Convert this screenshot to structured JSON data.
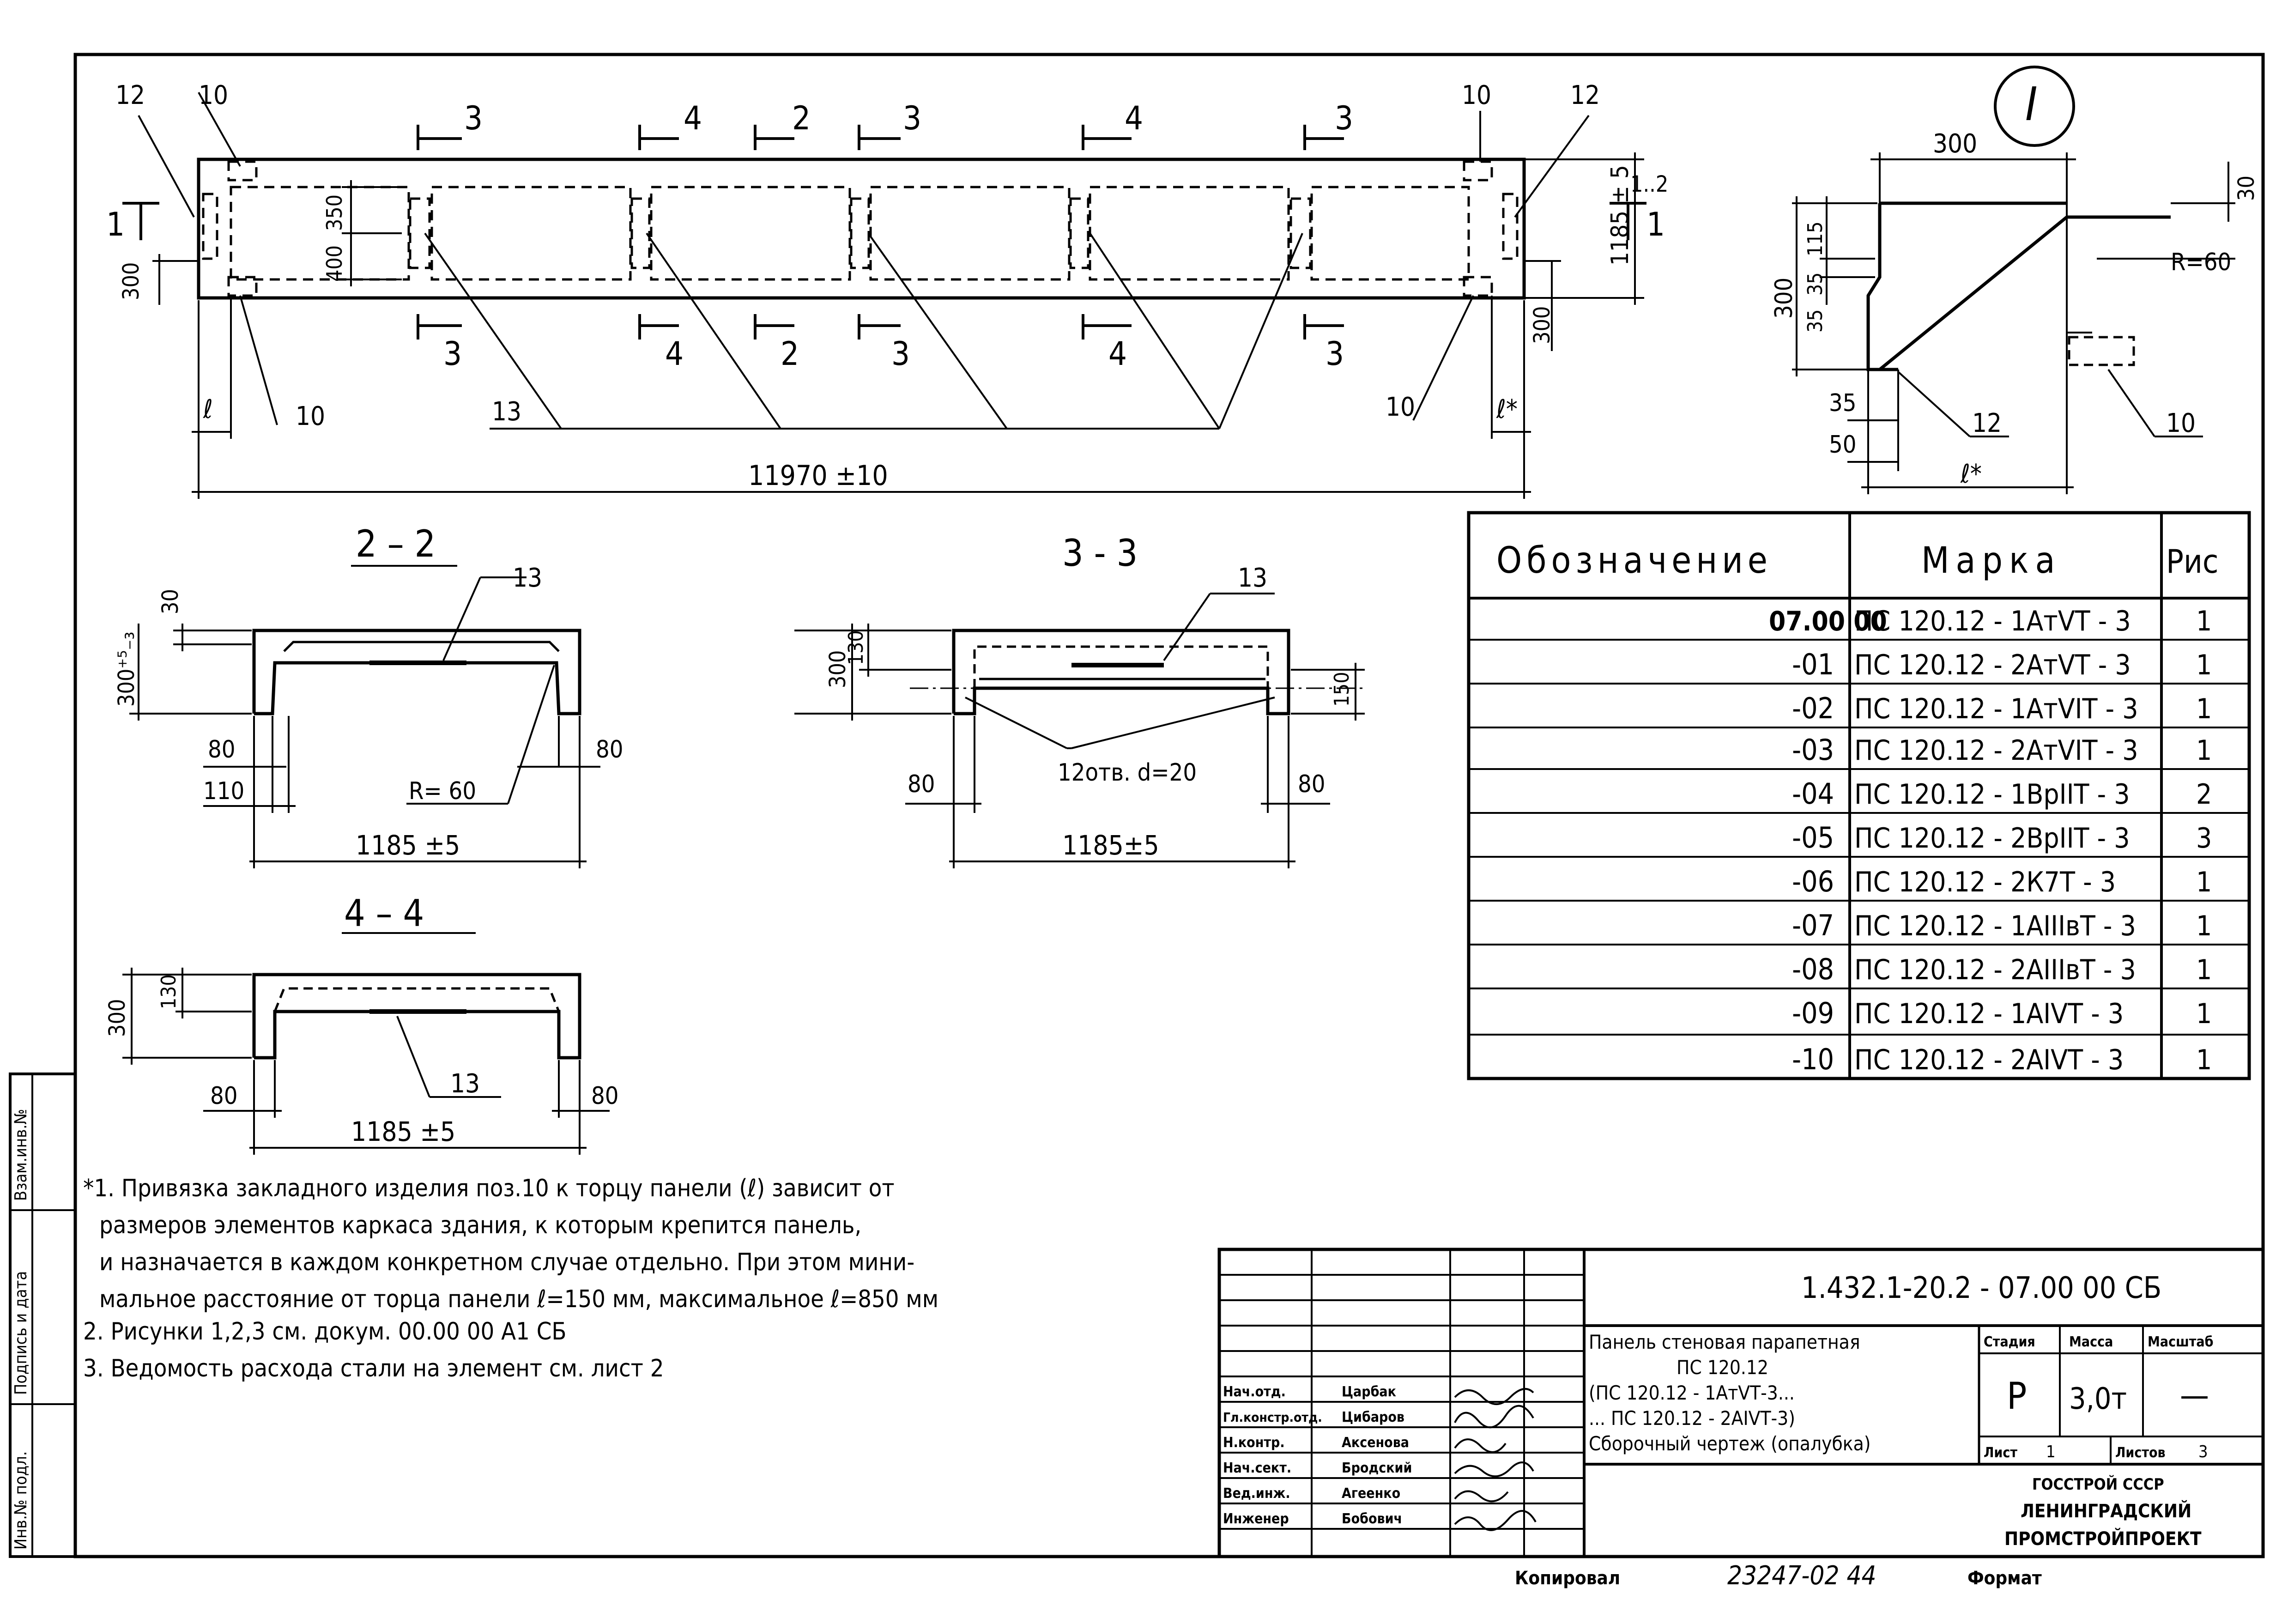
{
  "elevation": {
    "detail_mark": "I",
    "section_marks": [
      "3",
      "4",
      "2",
      "3",
      "4",
      "3"
    ],
    "side_marks": [
      "1",
      "1"
    ],
    "side_label_top": "1..2",
    "callouts": [
      "12",
      "10",
      "10",
      "12",
      "10",
      "10",
      "13"
    ],
    "dims": {
      "length": "11970 ±10",
      "height": "1185 ± 5",
      "edge_left": "300",
      "edge_right": "300",
      "openings_a": "350",
      "openings_b": "400",
      "offset_left": "ℓ",
      "offset_right": "ℓ*"
    }
  },
  "detail_I": {
    "dims": [
      "300",
      "30",
      "R=60",
      "300",
      "35",
      "35",
      "115",
      "35",
      "50",
      "ℓ*"
    ],
    "callouts": [
      "12",
      "10"
    ]
  },
  "section_2_2": {
    "title": "2 – 2",
    "callouts": [
      "13"
    ],
    "dims": [
      "30",
      "300⁺⁵₋₃",
      "80",
      "110",
      "80",
      "R= 60",
      "1185 ±5"
    ]
  },
  "section_3_3": {
    "title": "3 - 3",
    "callouts": [
      "13"
    ],
    "dims": [
      "300",
      "130",
      "150",
      "80",
      "80",
      "12отв. d=20",
      "1185±5"
    ]
  },
  "section_4_4": {
    "title": "4 – 4",
    "callouts": [
      "13"
    ],
    "dims": [
      "300",
      "130",
      "80",
      "80",
      "1185 ±5"
    ]
  },
  "spec_table": {
    "headers": [
      "Обозначение",
      "Марка",
      "Рис"
    ],
    "rows": [
      {
        "designation": "07.00 00",
        "mark": "ПС 120.12 - 1АтVТ - 3",
        "fig": "1"
      },
      {
        "designation": "-01",
        "mark": "ПС 120.12 - 2АтVТ - 3",
        "fig": "1"
      },
      {
        "designation": "-02",
        "mark": "ПС 120.12 - 1АтVIТ - 3",
        "fig": "1"
      },
      {
        "designation": "-03",
        "mark": "ПС 120.12 - 2АтVIТ - 3",
        "fig": "1"
      },
      {
        "designation": "-04",
        "mark": "ПС 120.12 - 1ВрIIТ - 3",
        "fig": "2"
      },
      {
        "designation": "-05",
        "mark": "ПС 120.12 - 2ВрIIТ - 3",
        "fig": "3"
      },
      {
        "designation": "-06",
        "mark": "ПС 120.12 - 2К7Т - 3",
        "fig": "1"
      },
      {
        "designation": "-07",
        "mark": "ПС 120.12 - 1АIIIвТ - 3",
        "fig": "1"
      },
      {
        "designation": "-08",
        "mark": "ПС 120.12 - 2АIIIвТ - 3",
        "fig": "1"
      },
      {
        "designation": "-09",
        "mark": "ПС 120.12 - 1АIVТ - 3",
        "fig": "1"
      },
      {
        "designation": "-10",
        "mark": "ПС 120.12 - 2АIVТ - 3",
        "fig": "1"
      }
    ]
  },
  "notes": [
    "*1. Привязка закладного изделия поз.10 к торцу панели (ℓ) зависит от",
    "размеров элементов каркаса здания, к которым крепится панель,",
    "и назначается в каждом конкретном случае отдельно. При этом мини-",
    "мальное расстояние от торца панели ℓ=150 мм, максимальное ℓ=850 мм",
    "2. Рисунки 1,2,3 см. докум. 00.00 00 А1 СБ",
    "3. Ведомость расхода стали на элемент см. лист 2"
  ],
  "left_stamp": [
    "Взам.инв.№",
    "Подпись и дата",
    "Инв.№ подл."
  ],
  "title_block": {
    "doc_code": "1.432.1-20.2 - 07.00 00 СБ",
    "title_lines": [
      "Панель стеновая парапетная",
      "ПС 120.12",
      "(ПС 120.12 - 1АтVТ-3...",
      "... ПС 120.12 - 2АIVТ-3)",
      "Сборочный чертеж (опалубка)"
    ],
    "stage_label": "Стадия",
    "mass_label": "Масса",
    "scale_label": "Масштаб",
    "stage": "Р",
    "mass": "3,0т",
    "scale": "—",
    "sheet_label": "Лист",
    "sheet": "1",
    "sheets_label": "Листов",
    "sheets": "3",
    "org": [
      "ГОССТРОЙ СССР",
      "ЛЕНИНГРАДСКИЙ",
      "ПРОМСТРОЙПРОЕКТ"
    ],
    "people": [
      {
        "role": "Нач.отд.",
        "name": "Царбак"
      },
      {
        "role": "Гл.констр.отд.",
        "name": "Цибаров"
      },
      {
        "role": "Н.контр.",
        "name": "Аксенова"
      },
      {
        "role": "Нач.сект.",
        "name": "Бродский"
      },
      {
        "role": "Вед.инж.",
        "name": "Агеенко"
      },
      {
        "role": "Инженер",
        "name": "Бобович"
      }
    ]
  },
  "footer": {
    "copied_label": "Копировал",
    "number": "23247-02 44",
    "format_label": "Формат"
  }
}
